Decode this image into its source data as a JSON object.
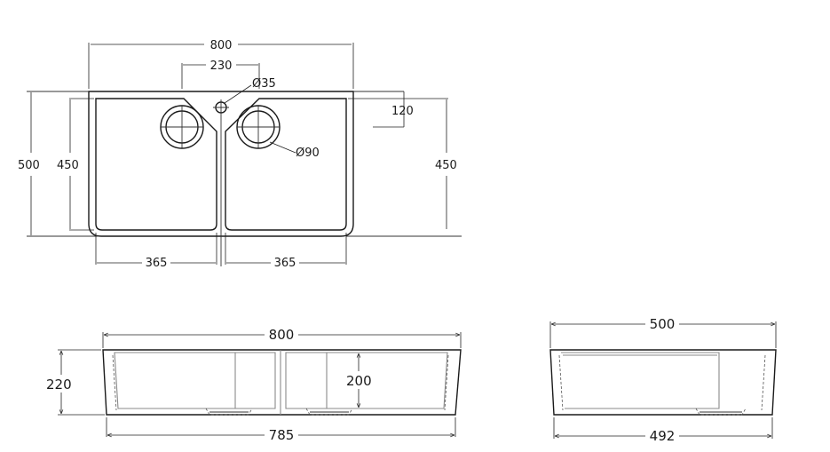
{
  "top_view": {
    "overall_width": "800",
    "tap_spacing": "230",
    "tap_hole": "Ø35",
    "rear_depth": "120",
    "overall_depth": "500",
    "bowl_depth_left": "450",
    "bowl_depth_right": "450",
    "waste_hole": "Ø90",
    "bowl_width_left": "365",
    "bowl_width_right": "365"
  },
  "front_view": {
    "overall_width": "800",
    "height": "220",
    "bowl_height": "200",
    "base_width": "785"
  },
  "side_view": {
    "overall_depth": "500",
    "base_depth": "492"
  }
}
